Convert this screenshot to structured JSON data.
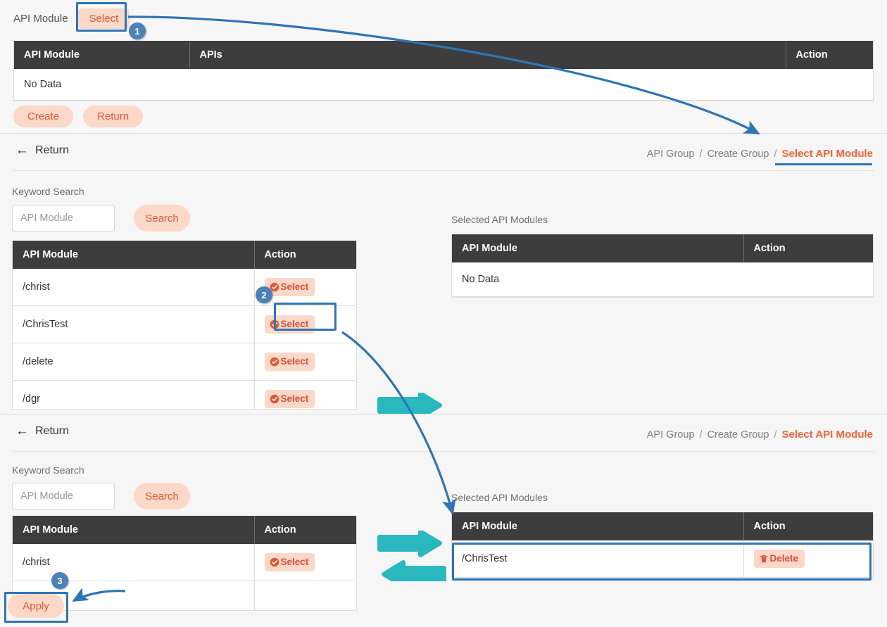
{
  "colors": {
    "accent_orange": "#e8573a",
    "button_bg_peach": "#fbd8c8",
    "table_header_dark": "#3d3d3d",
    "annotation_blue": "#2e75b6",
    "badge_blue": "#4a82b8",
    "swap_arrow_teal": "#2ab8bf",
    "page_bg": "#f7f7f7"
  },
  "panel_top": {
    "field_label": "API Module",
    "select_button": "Select",
    "table": {
      "columns": [
        "API Module",
        "APIs",
        "Action"
      ],
      "empty_text": "No Data",
      "rows": []
    },
    "buttons": {
      "create": "Create",
      "return": "Return"
    }
  },
  "panel_middle": {
    "return_label": "Return",
    "breadcrumb": {
      "items": [
        "API Group",
        "Create Group"
      ],
      "current": "Select API Module",
      "separator": "/"
    },
    "search": {
      "label": "Keyword Search",
      "input_placeholder": "API Module",
      "input_value": "",
      "button": "Search"
    },
    "left_table": {
      "columns": [
        "API Module",
        "Action"
      ],
      "rows": [
        {
          "module": "/christ",
          "action": "Select"
        },
        {
          "module": "/ChrisTest",
          "action": "Select"
        },
        {
          "module": "/delete",
          "action": "Select"
        },
        {
          "module": "/dgr",
          "action": "Select"
        }
      ]
    },
    "right_panel": {
      "title": "Selected API Modules",
      "columns": [
        "API Module",
        "Action"
      ],
      "empty_text": "No Data",
      "rows": []
    }
  },
  "panel_bottom": {
    "return_label": "Return",
    "breadcrumb": {
      "items": [
        "API Group",
        "Create Group"
      ],
      "current": "Select API Module",
      "separator": "/"
    },
    "search": {
      "label": "Keyword Search",
      "input_placeholder": "API Module",
      "input_value": "",
      "button": "Search"
    },
    "left_table": {
      "columns": [
        "API Module",
        "Action"
      ],
      "rows": [
        {
          "module": "/christ",
          "action": "Select"
        }
      ]
    },
    "right_panel": {
      "title": "Selected API Modules",
      "columns": [
        "API Module",
        "Action"
      ],
      "rows": [
        {
          "module": "/ChrisTest",
          "action": "Delete"
        }
      ]
    },
    "apply_button": "Apply"
  },
  "annotations": {
    "badges": [
      "1",
      "2",
      "3"
    ]
  },
  "icons": {
    "select": "check-circle-icon",
    "delete": "trash-icon",
    "back": "arrow-left-icon",
    "swap_right": "arrow-right-thick-icon",
    "swap_left": "arrow-left-thick-icon"
  }
}
